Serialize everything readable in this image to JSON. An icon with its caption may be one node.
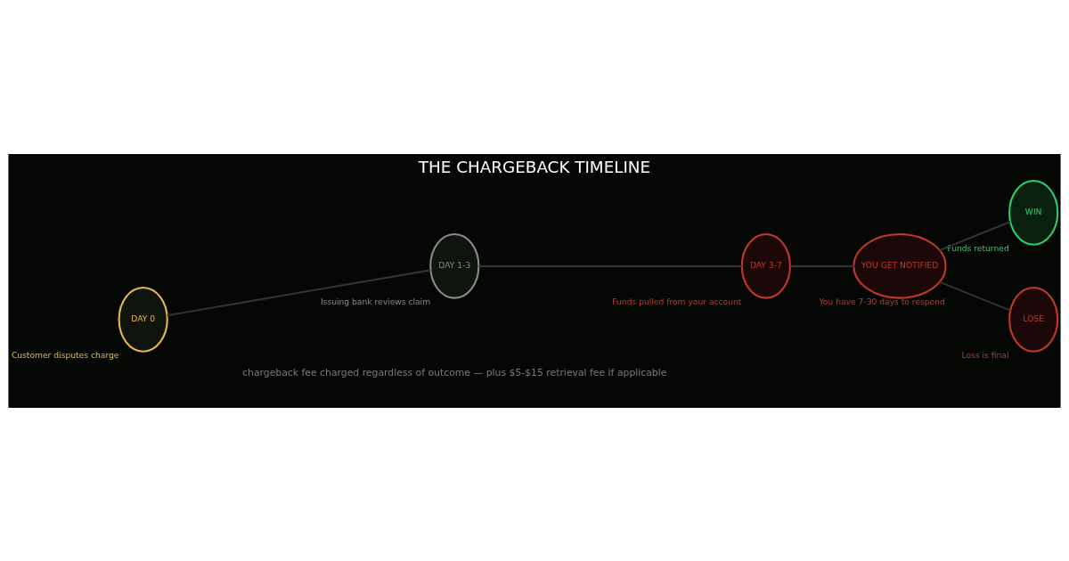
{
  "diagram": {
    "title": "THE CHARGEBACK TIMELINE",
    "nodes": [
      {
        "text": [
          "DAY 0"
        ],
        "beside": [
          "Customer disputes charge"
        ]
      },
      {
        "text": [
          "DAY 1-3"
        ],
        "beside": [
          "Issuing bank reviews claim"
        ]
      },
      {
        "text": [
          "DAY 3-7"
        ],
        "beside": [
          "Funds pulled from your account"
        ]
      },
      {
        "text": [
          "YOU GET NOTIFIED"
        ],
        "beside": [
          "You have 7-30 days to respond"
        ]
      },
      {
        "text": [
          "WIN"
        ],
        "beside": [
          "Funds returned"
        ]
      },
      {
        "text": [
          "LOSE"
        ],
        "beside": [
          "Loss is final"
        ]
      }
    ],
    "edges": [
      {
        "from": 0,
        "to": 1,
        "arrow": "none"
      },
      {
        "from": 1,
        "to": 2,
        "arrow": "none"
      },
      {
        "from": 2,
        "to": 3,
        "arrow": "none"
      },
      {
        "from": 3,
        "to": 4,
        "arrow": "none"
      },
      {
        "from": 3,
        "to": 5,
        "arrow": "none"
      }
    ],
    "labels": [
      "chargeback fee charged regardless of outcome — plus $5-$15 retrieval fee if applicable"
    ]
  }
}
